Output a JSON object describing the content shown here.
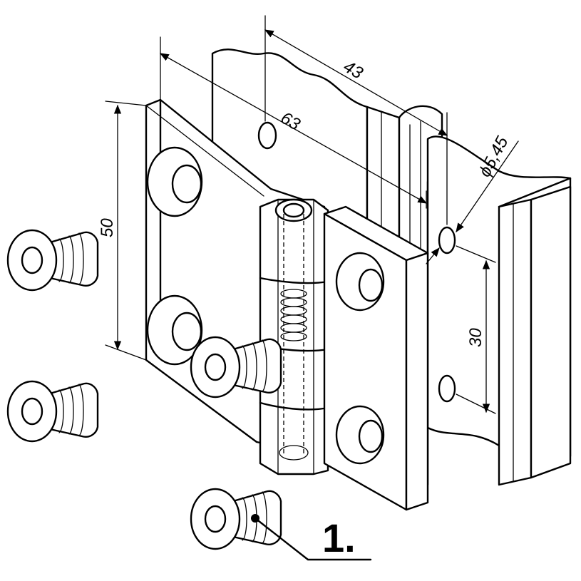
{
  "dimensions": {
    "width_hinge": "63",
    "width_profile": "43",
    "height_hinge": "50",
    "hole_spacing": "30",
    "hole_diameter": "ϕ5,45"
  },
  "callout": {
    "label": "1."
  },
  "colors": {
    "line": "#000000",
    "background": "#ffffff"
  }
}
